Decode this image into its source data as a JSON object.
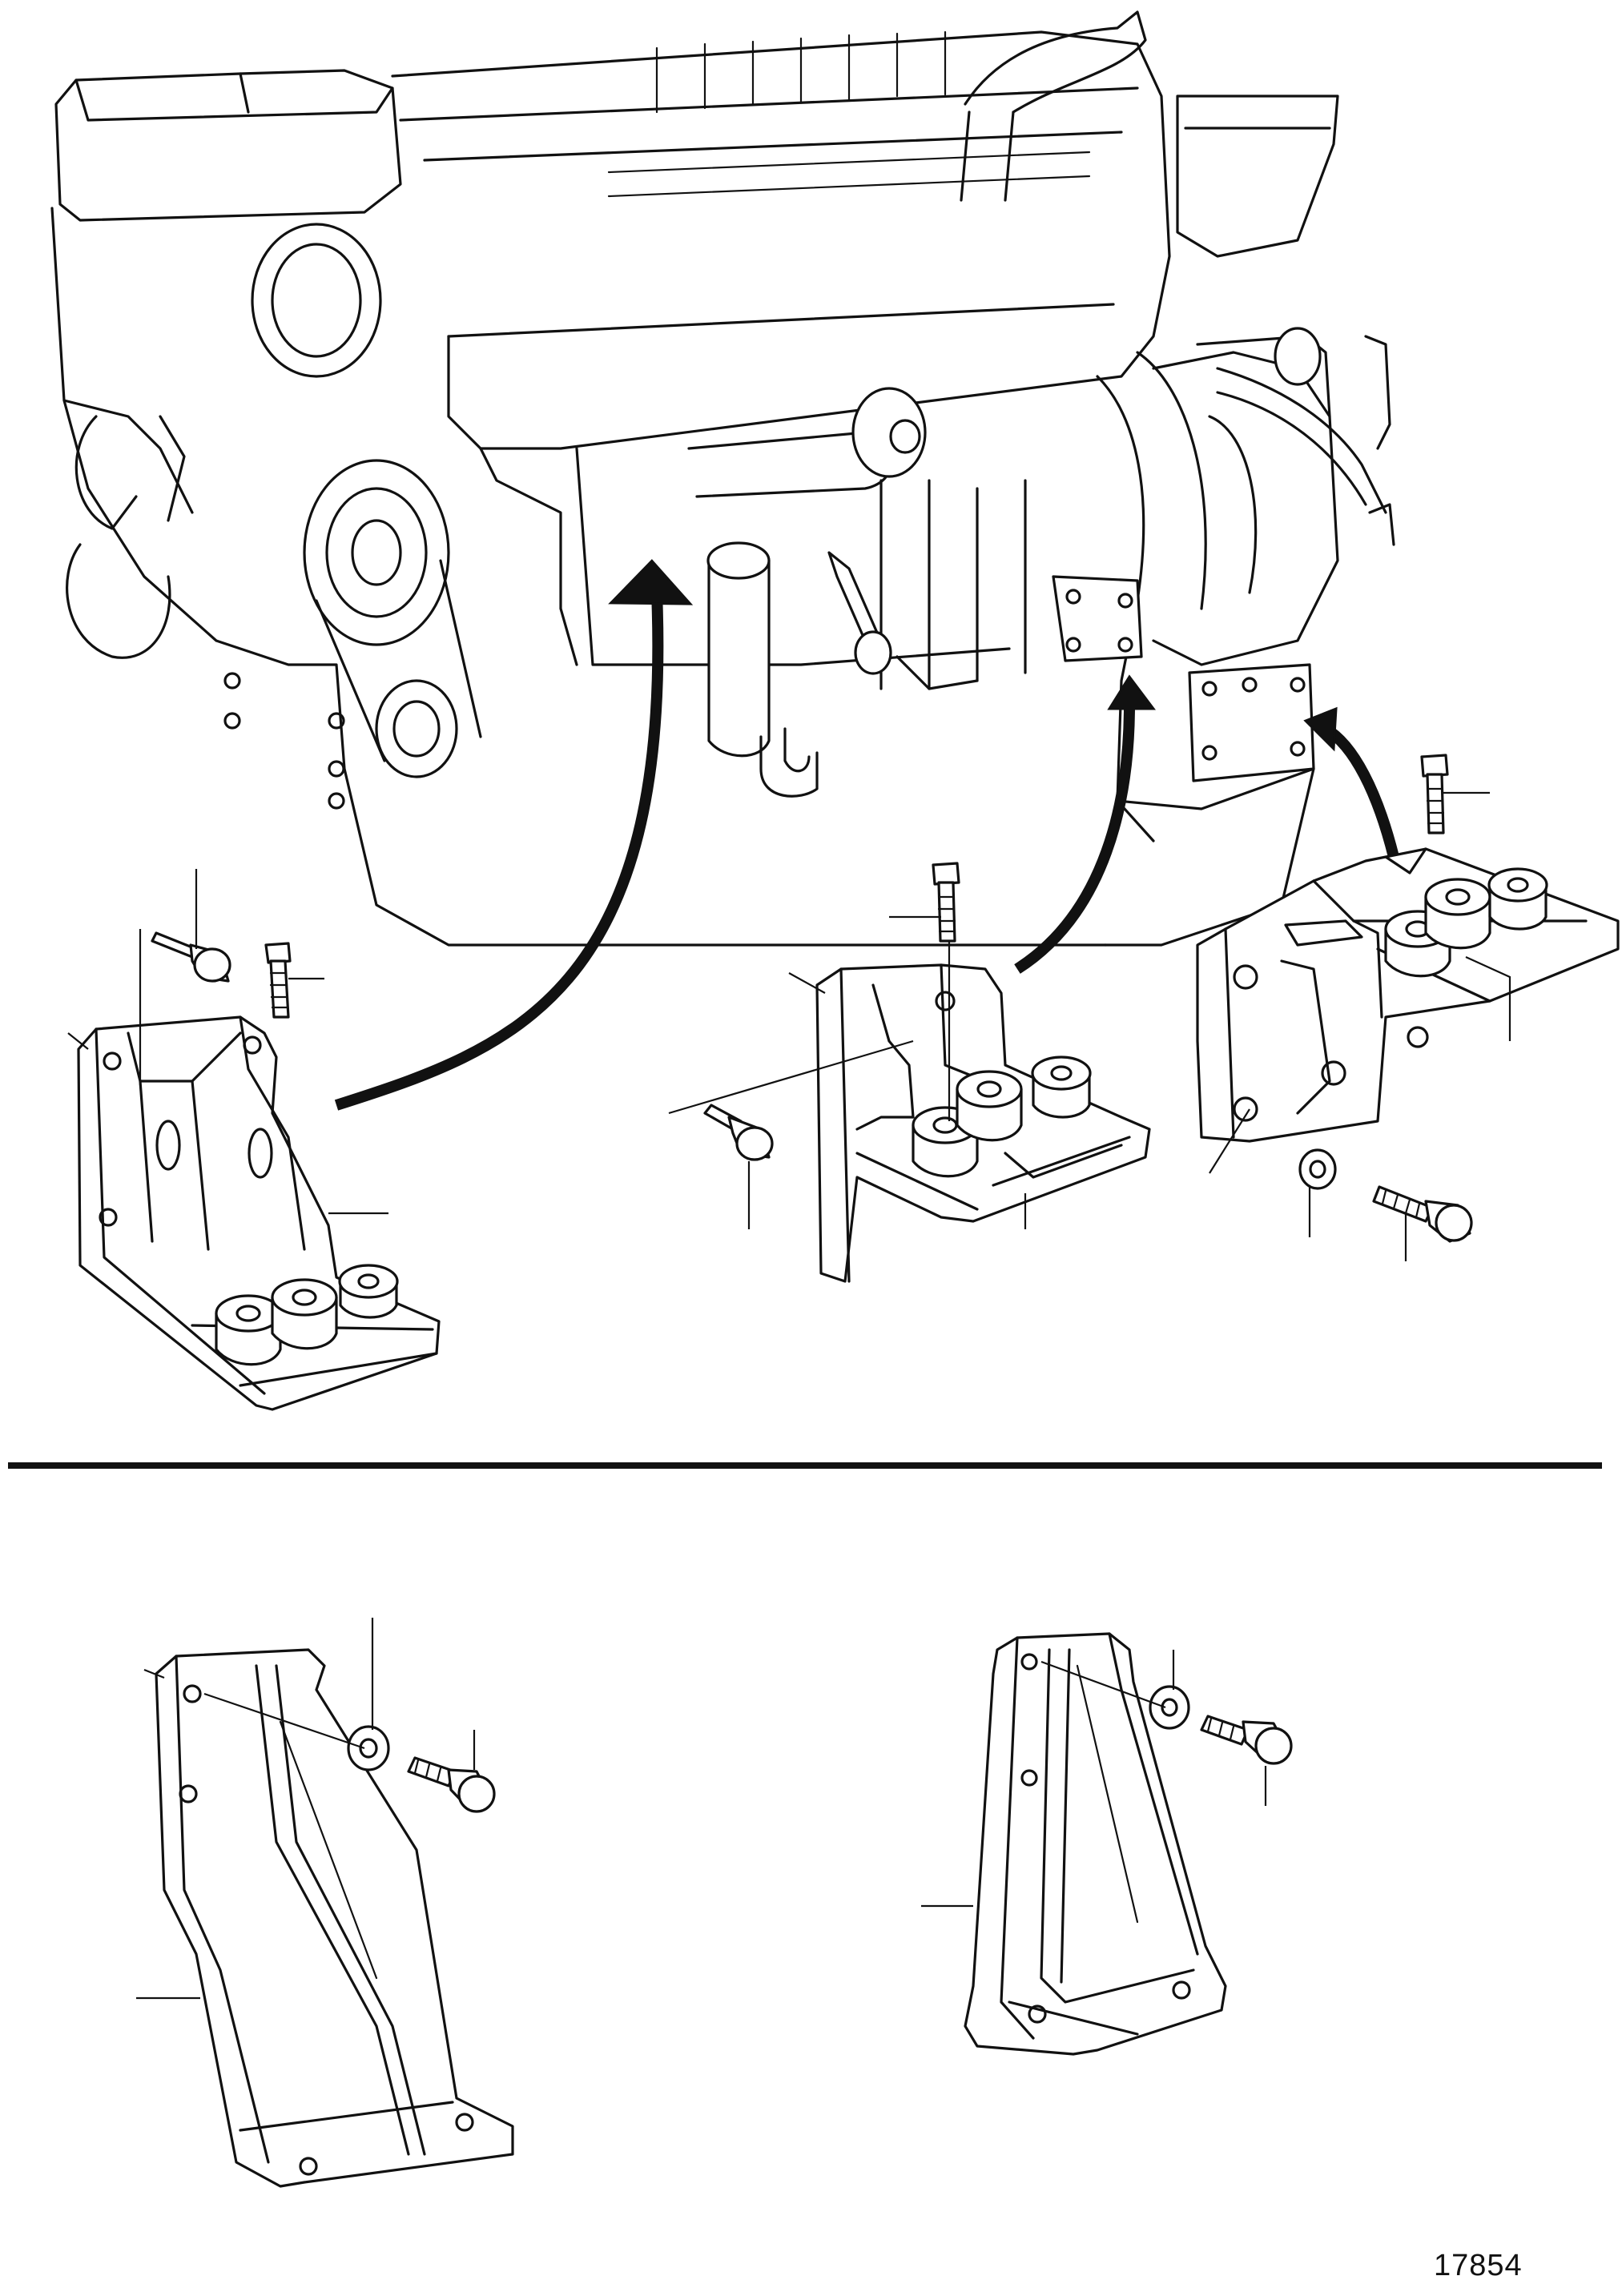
{
  "figure": {
    "number": "17854"
  },
  "parts": [
    {
      "name": "engine"
    },
    {
      "name": "front-left-bracket"
    },
    {
      "name": "rear-center-bracket"
    },
    {
      "name": "rear-right-bracket"
    },
    {
      "name": "alt-bracket-left"
    },
    {
      "name": "alt-bracket-right"
    }
  ]
}
